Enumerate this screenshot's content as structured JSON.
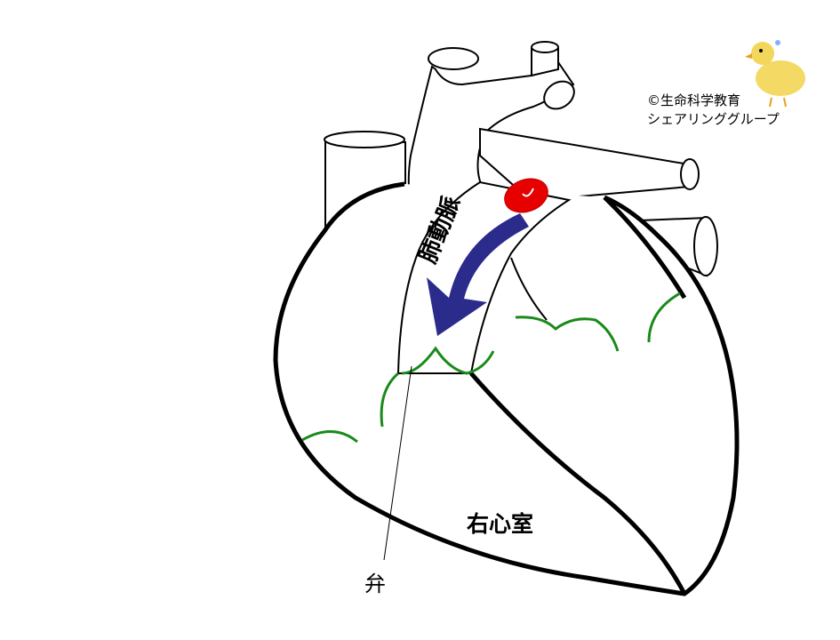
{
  "diagram": {
    "vessel_label": "肺動脈",
    "chamber_label": "右心室",
    "valve_label": "弁",
    "copyright_line1": "©生命科学教育",
    "copyright_line2": "シェアリンググループ",
    "mascot_icon": "chick-icon",
    "arrow_icon": "flow-arrow-icon",
    "blood_cell_icon": "red-blood-cell-icon"
  },
  "colors": {
    "outline": "#000000",
    "valve": "#1a8a1a",
    "arrow": "#2b2b8c",
    "blood_cell": "#e60000",
    "mascot": "#f2d24a"
  }
}
